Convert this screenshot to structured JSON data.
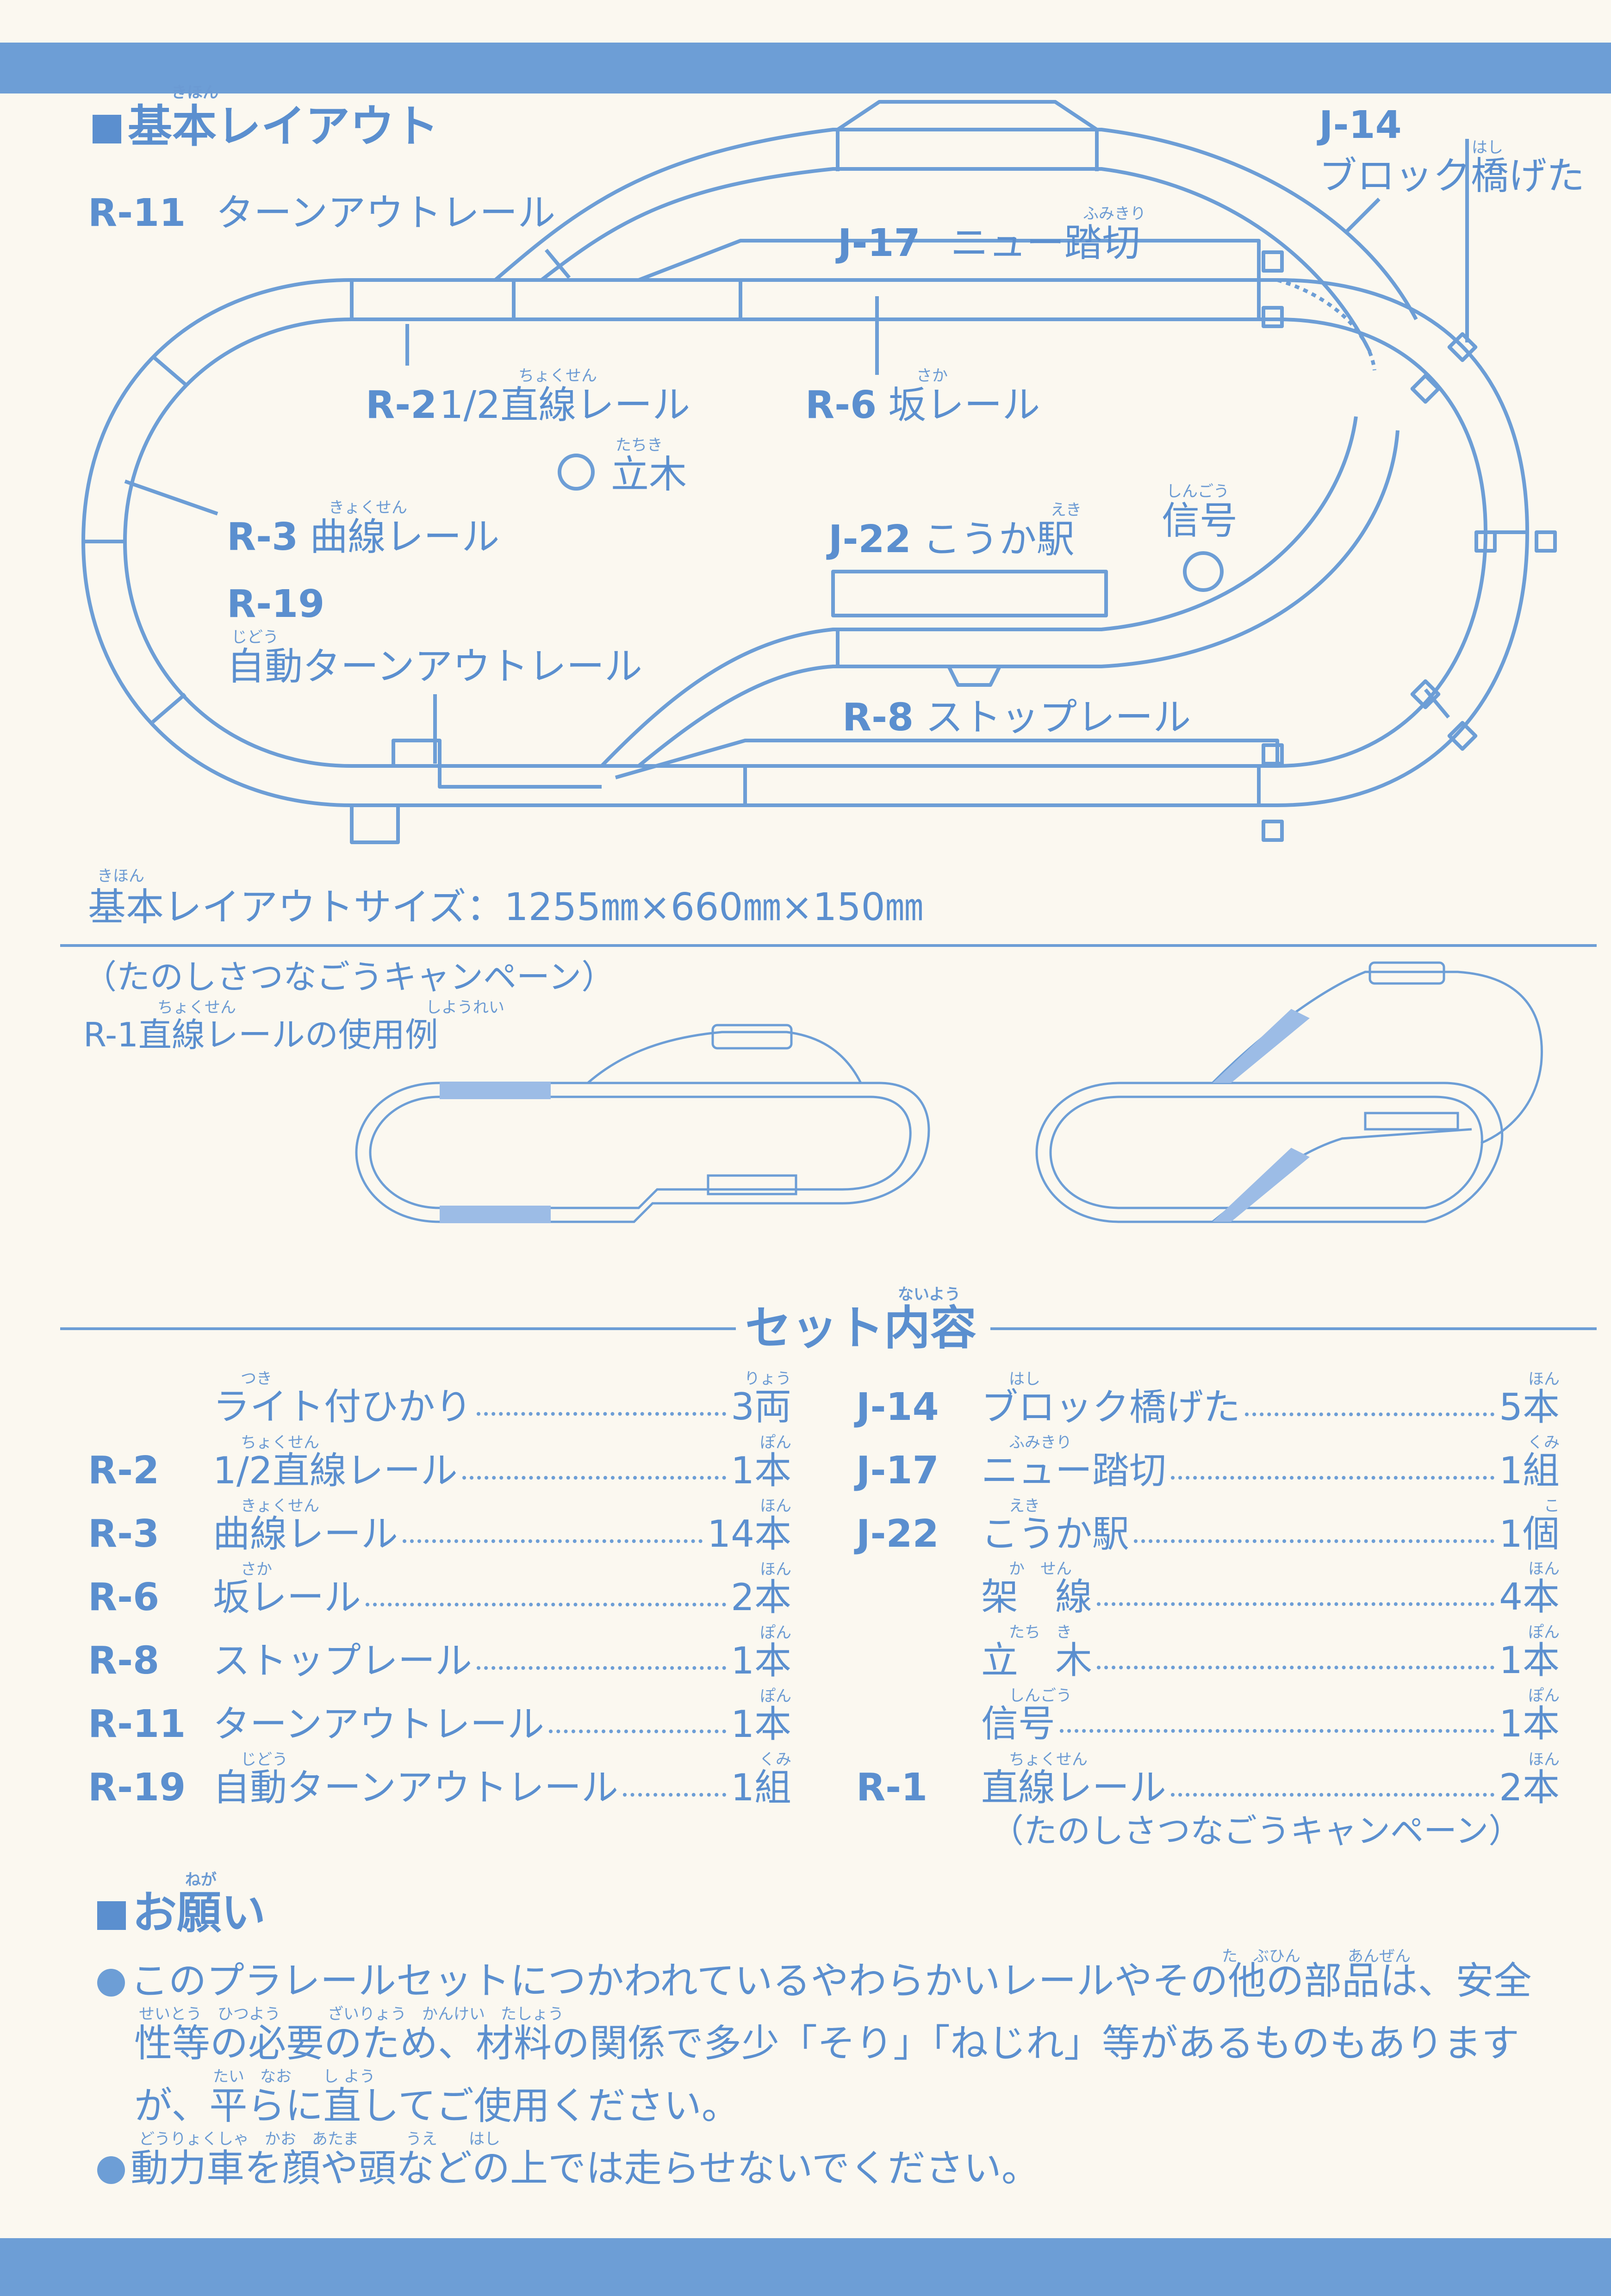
{
  "colors": {
    "accent": "#6d9ed6",
    "text": "#5b8fcf",
    "paper": "#fbf8f0"
  },
  "layout_section": {
    "title": "基本レイアウト",
    "title_furigana": "きほん",
    "labels": {
      "r11": {
        "code": "R-11",
        "name": "ターンアウトレール"
      },
      "j14": {
        "code": "J-14",
        "name": "ブロック橋げた",
        "furigana": "はし"
      },
      "j17": {
        "code": "J-17",
        "name": "ニュー踏切",
        "furigana": "ふみきり"
      },
      "r2": {
        "code": "R-2",
        "name": "1/2直線レール",
        "furigana": "ちょくせん"
      },
      "r6": {
        "code": "R-6",
        "name": "坂レール",
        "furigana": "さか"
      },
      "tree": {
        "name": "立木",
        "furigana": "たちき"
      },
      "r3": {
        "code": "R-3",
        "name": "曲線レール",
        "furigana": "きょくせん"
      },
      "signal": {
        "name": "信号",
        "furigana": "しんごう"
      },
      "j22": {
        "code": "J-22",
        "name": "こうか駅",
        "furigana": "えき"
      },
      "r19": {
        "code": "R-19",
        "name": "自動ターンアウトレール",
        "furigana": "じどう"
      },
      "r8": {
        "code": "R-8",
        "name": "ストップレール"
      }
    },
    "size_text": "基本レイアウトサイズ：1255㎜×660㎜×150㎜",
    "size_furigana": "きほん"
  },
  "campaign_section": {
    "line1": "（たのしさつなごうキャンペーン）",
    "line2": "R-1直線レールの使用例",
    "furigana_choku": "ちょくせん",
    "furigana_shiyou": "しようれい"
  },
  "contents_section": {
    "title": "セット内容",
    "title_furigana": "ないよう",
    "left_items": [
      {
        "code": "",
        "name": "ライト付ひかり",
        "qty": "3両",
        "furigana": "つき",
        "qty_furigana": "りょう"
      },
      {
        "code": "R-2",
        "name": "1/2直線レール",
        "qty": "1本",
        "furigana": "ちょくせん",
        "qty_furigana": "ぽん"
      },
      {
        "code": "R-3",
        "name": "曲線レール",
        "qty": "14本",
        "furigana": "きょくせん",
        "qty_furigana": "ほん"
      },
      {
        "code": "R-6",
        "name": "坂レール",
        "qty": "2本",
        "furigana": "さか",
        "qty_furigana": "ほん"
      },
      {
        "code": "R-8",
        "name": "ストップレール",
        "qty": "1本",
        "furigana": "",
        "qty_furigana": "ぽん"
      },
      {
        "code": "R-11",
        "name": "ターンアウトレール",
        "qty": "1本",
        "furigana": "",
        "qty_furigana": "ぽん"
      },
      {
        "code": "R-19",
        "name": "自動ターンアウトレール",
        "qty": "1組",
        "furigana": "じどう",
        "qty_furigana": "くみ"
      }
    ],
    "right_items": [
      {
        "code": "J-14",
        "name": "ブロック橋げた",
        "qty": "5本",
        "furigana": "はし",
        "qty_furigana": "ほん"
      },
      {
        "code": "J-17",
        "name": "ニュー踏切",
        "qty": "1組",
        "furigana": "ふみきり",
        "qty_furigana": "くみ"
      },
      {
        "code": "J-22",
        "name": "こうか駅",
        "qty": "1個",
        "furigana": "えき",
        "qty_furigana": "こ"
      },
      {
        "code": "",
        "name": "架　線",
        "qty": "4本",
        "furigana": "か　せん",
        "qty_furigana": "ほん"
      },
      {
        "code": "",
        "name": "立　木",
        "qty": "1本",
        "furigana": "たち　き",
        "qty_furigana": "ぽん"
      },
      {
        "code": "",
        "name": "信号",
        "qty": "1本",
        "furigana": "しんごう",
        "qty_furigana": "ぽん"
      },
      {
        "code": "R-1",
        "name": "直線レール",
        "qty": "2本",
        "furigana": "ちょくせん",
        "qty_furigana": "ほん"
      }
    ],
    "right_note": "（たのしさつなごうキャンペーン）"
  },
  "request_section": {
    "title": "お願い",
    "title_furigana": "ねが",
    "bullet1_line1": "このプラレールセットにつかわれているやわらかいレールやその他の部品は、安全",
    "bullet1_line2": "性等の必要のため、材料の関係で多少「そり」「ねじれ」等があるものもあります",
    "bullet1_line3": "が、平らに直してご使用ください。",
    "bullet2": "動力車を顔や頭などの上では走らせないでください。",
    "furigana_row1": "た　ぶひん　　　あんぜん",
    "furigana_row2": "せいとう　ひつよう　　　ざいりょう　かんけい　たしょう",
    "furigana_row3": "たい　なお　　し よう",
    "furigana_row4": "どうりょくしゃ　かお　あたま　　　うえ　　はし"
  }
}
